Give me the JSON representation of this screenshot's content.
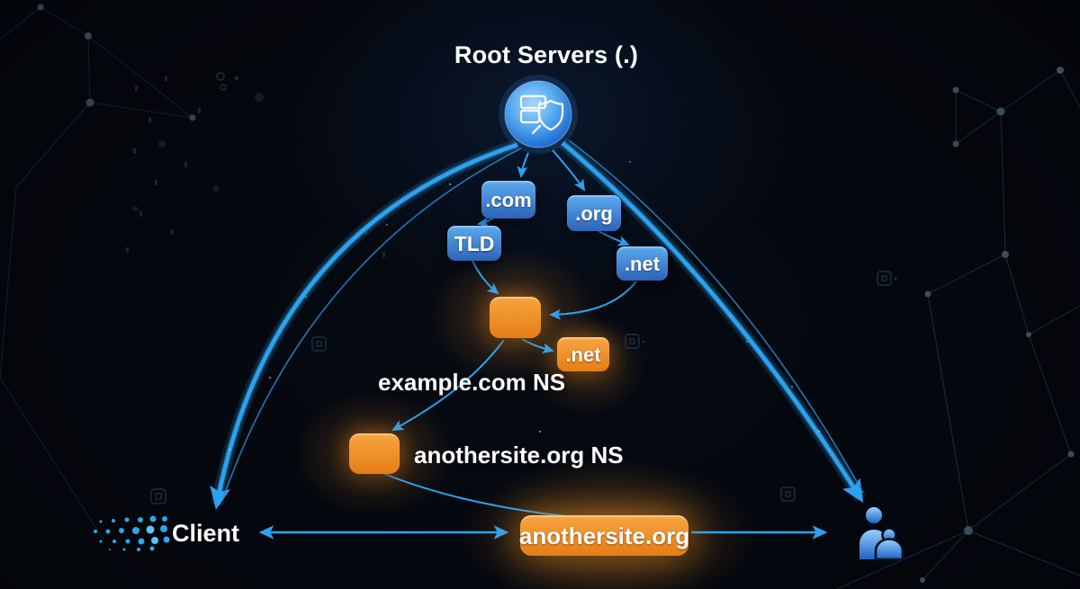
{
  "title": "Root Servers (.)",
  "colors": {
    "accent-blue": "#2da2ee",
    "accent-blue-dim": "#2f87c9",
    "blue-node-top": "#5aa9ee",
    "blue-node-bottom": "#2d63b8",
    "orange-node-top": "#f7a440",
    "orange-node-bottom": "#e67d15",
    "background": "#04070d",
    "text": "#ffffff"
  },
  "nodes": {
    "root": {
      "label": "Root Servers (.)",
      "icon": "root-server-shield-icon"
    },
    "com": {
      "label": ".com"
    },
    "org": {
      "label": ".org"
    },
    "tld": {
      "label": "TLD"
    },
    "net_tld": {
      "label": ".net"
    },
    "example_ns": {
      "label": "example.com NS",
      "icon": "nameserver-layers-icon"
    },
    "net_delegation": {
      "label": ".net"
    },
    "anothersite_ns": {
      "label": "anothersite.org NS",
      "icon": "nameserver-layers-icon"
    },
    "anothersite_site": {
      "label": "anothersite.org"
    },
    "client": {
      "label": "Client",
      "icon": "halftone-dots"
    },
    "user": {
      "icon": "client-users-icon"
    }
  },
  "edges": [
    "root -> .com",
    "root -> .org",
    ".com -> TLD",
    ".org -> .net",
    "TLD -> example.com NS server",
    ".net -> example.com NS server",
    "example.com NS server -> .net delegation",
    "example.com NS server -> anothersite.org NS server",
    "anothersite.org NS server -> anothersite.org",
    "root <-> client (left resolution curve)",
    "root -> user (right resolution curve)",
    "client <-> anothersite.org",
    "anothersite.org -> user"
  ]
}
